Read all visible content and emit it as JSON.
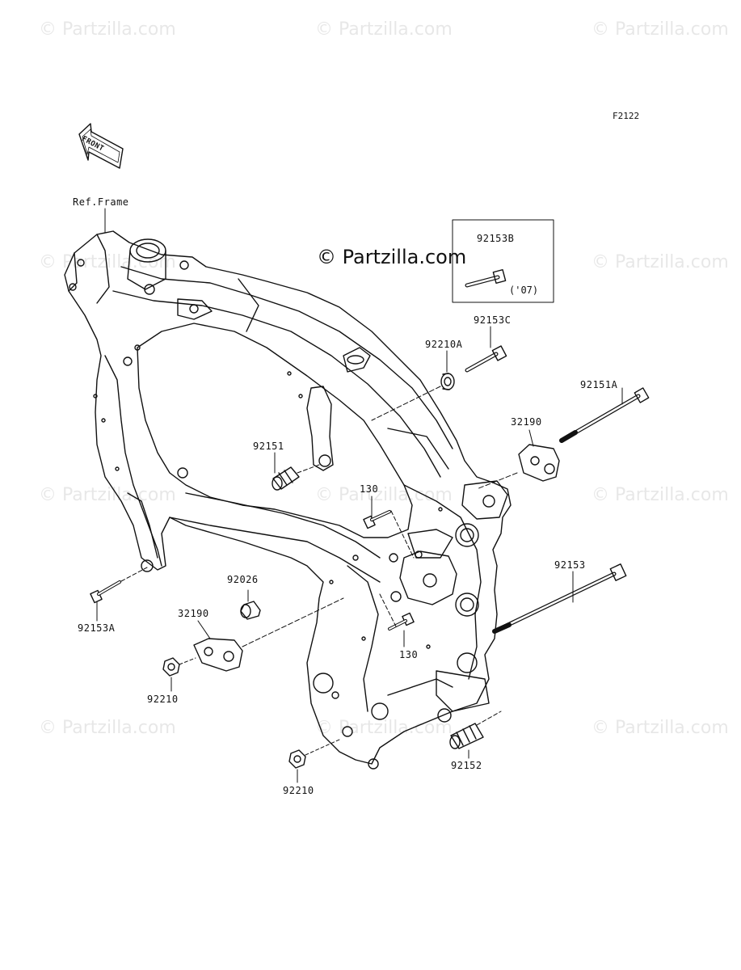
{
  "diagram_code": "F2122",
  "watermark_text": "© Partzilla.com",
  "front_arrow_label": "FRONT",
  "ref_label": "Ref.Frame",
  "inset": {
    "part": "92153B",
    "note": "('07)"
  },
  "labels": {
    "p92153C": "92153C",
    "p92210A": "92210A",
    "p92151A": "92151A",
    "p32190_right": "32190",
    "p92151": "92151",
    "p130_top": "130",
    "p92153": "92153",
    "p92026": "92026",
    "p32190_left": "32190",
    "p92153A": "92153A",
    "p92210_left": "92210",
    "p130_bottom": "130",
    "p92152": "92152",
    "p92210_bottom": "92210"
  }
}
